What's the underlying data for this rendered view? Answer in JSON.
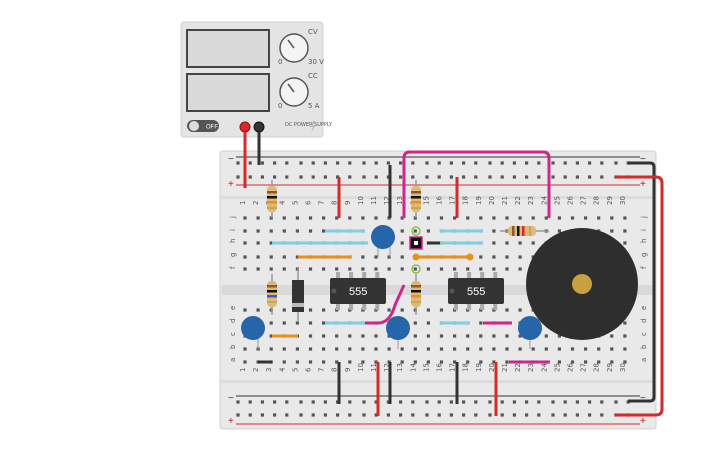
{
  "power_supply": {
    "switch_label": "OFF",
    "voltage_min": "0",
    "voltage_max": "30 V",
    "current_min": "0",
    "current_max": "5 A",
    "voltage_mode": "CV",
    "current_mode": "CC",
    "brand": "DC POWER SUPPLY"
  },
  "breadboard": {
    "row_letters_top": [
      "j",
      "i",
      "h",
      "g",
      "f"
    ],
    "row_letters_bottom": [
      "e",
      "d",
      "c",
      "b",
      "a"
    ],
    "column_numbers": [
      "1",
      "2",
      "3",
      "4",
      "5",
      "6",
      "7",
      "8",
      "9",
      "10",
      "11",
      "12",
      "13",
      "14",
      "15",
      "16",
      "17",
      "18",
      "19",
      "20",
      "21",
      "22",
      "23",
      "24",
      "25",
      "26",
      "27",
      "28",
      "29",
      "30"
    ],
    "rail_minus": "−",
    "rail_plus": "+"
  },
  "chips": [
    {
      "label": "555"
    },
    {
      "label": "555"
    }
  ],
  "colors": {
    "wire_red": "#d42a2a",
    "wire_black": "#333333",
    "wire_cyan": "#7fd0e0",
    "wire_orange": "#e8901a",
    "wire_magenta": "#d0268a",
    "capacitor_blue": "#2565a8",
    "buzzer": "#2e2e2e"
  }
}
